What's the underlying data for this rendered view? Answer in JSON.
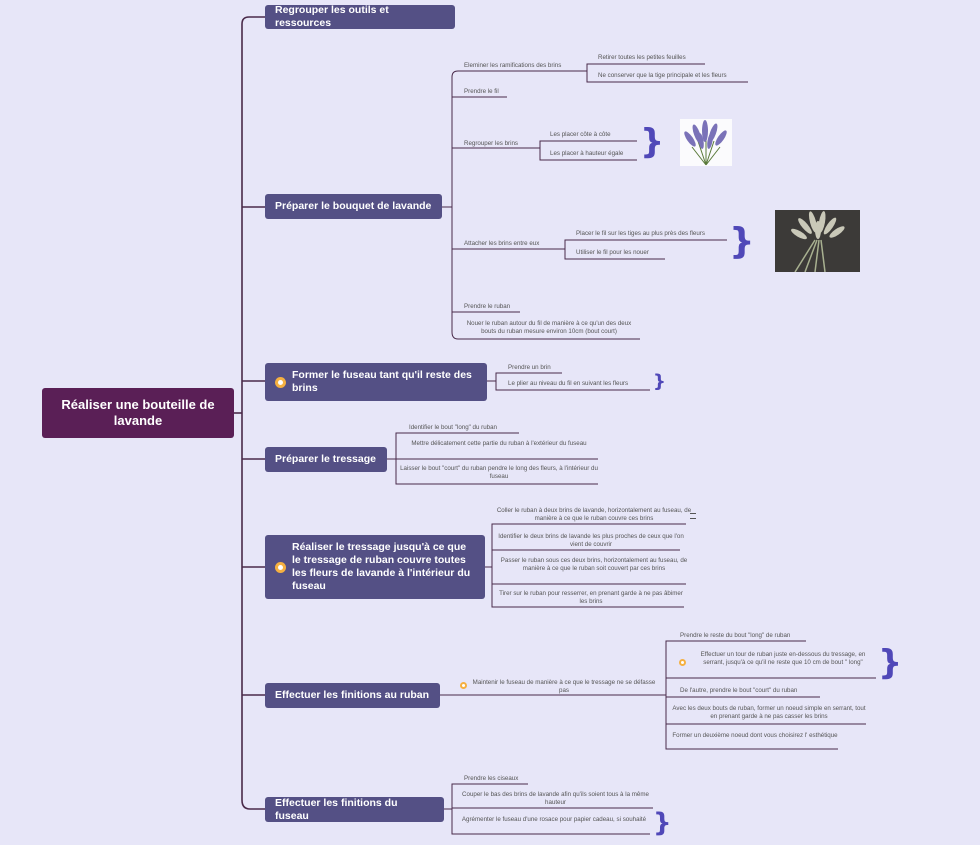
{
  "root": "Réaliser une bouteille de lavande",
  "branches": [
    {
      "label": "Regrouper les outils et ressources"
    },
    {
      "label": "Préparer le bouquet de lavande",
      "children": {
        "c1": "Eleminer les ramifications des brins",
        "c1a": "Retirer toutes les petites feuilles",
        "c1b": "Ne conserver que la tige principale et les fleurs",
        "c2": "Prendre le fil",
        "c3": "Regrouper les brins",
        "c3a": "Les placer côte à côte",
        "c3b": "Les placer à hauteur égale",
        "c4": "Attacher les brins entre eux",
        "c4a": "Placer le fil sur les tiges au plus près des fleurs",
        "c4b": "Utiliser le fil pour les nouer",
        "c5": "Prendre le ruban",
        "c6": "Nouer le ruban autour du fil de manière à ce qu'un des deux bouts du ruban mesure environ 10cm (bout court)"
      }
    },
    {
      "label": "Former le fuseau tant qu'il reste des brins",
      "children": {
        "c1": "Prendre un brin",
        "c2": "Le plier au niveau du fil en suivant les fleurs"
      }
    },
    {
      "label": "Préparer le tressage",
      "children": {
        "c1": "Identifier le bout \"long\" du ruban",
        "c2": "Mettre délicatement cette partie du ruban à l'extérieur du fuseau",
        "c3": "Laisser le bout \"court\" du ruban pendre le long des fleurs, à l'intérieur du fuseau"
      }
    },
    {
      "label": "Réaliser le tressage jusqu'à ce que le tressage de ruban couvre toutes les fleurs de lavande à l'intérieur du fuseau",
      "children": {
        "c1": "Coller le ruban à deux brins de lavande, horizontalement au fuseau, de manière à ce que le ruban couvre ces brins",
        "c2": "Identifier le deux brins de lavande les plus proches de ceux que l'on vient de couvrir",
        "c3": "Passer le ruban sous ces deux brins, horizontalement au fuseau, de manière à ce que le ruban soit couvert par ces brins",
        "c4": "Tirer sur le ruban pour resserrer, en prenant garde à ne pas âbimer les brins"
      }
    },
    {
      "label": "Effectuer les finitions au ruban",
      "children": {
        "c1": "Maintenir le fuseau de manière à ce que le tressage ne se défasse pas",
        "c1a": "Prendre le reste du bout \"long\" de ruban",
        "c1b": "Effectuer un tour de ruban juste en-dessous du tressage, en serrant, jusqu'à ce qu'il ne reste que 10 cm de bout \" long\"",
        "c1c": "De l'autre, prendre le bout \"court\" du ruban",
        "c1d": "Avec les deux bouts de ruban, former un noeud simple en serrant, tout en prenant garde à ne pas casser les brins",
        "c1e": "Former un deuxième noeud dont vous choisirez l' esthétique"
      }
    },
    {
      "label": "Effectuer les finitions du fuseau",
      "children": {
        "c1": "Prendre les ciseaux",
        "c2": "Couper le bas des brins de lavande afin qu'ils soient tous à la même hauteur",
        "c3": "Agrémenter le fuseau d'une rosace pour papier cadeau, si souhaité"
      }
    }
  ],
  "colors": {
    "root": "#5a1f56",
    "branch": "#545085",
    "connector": "#4a2a4a",
    "brace": "#5048b8",
    "background": "#e7e6f8",
    "marker": "#f5b041"
  },
  "images": [
    "lavender-bouquet-photo",
    "dried-lavender-photo"
  ]
}
